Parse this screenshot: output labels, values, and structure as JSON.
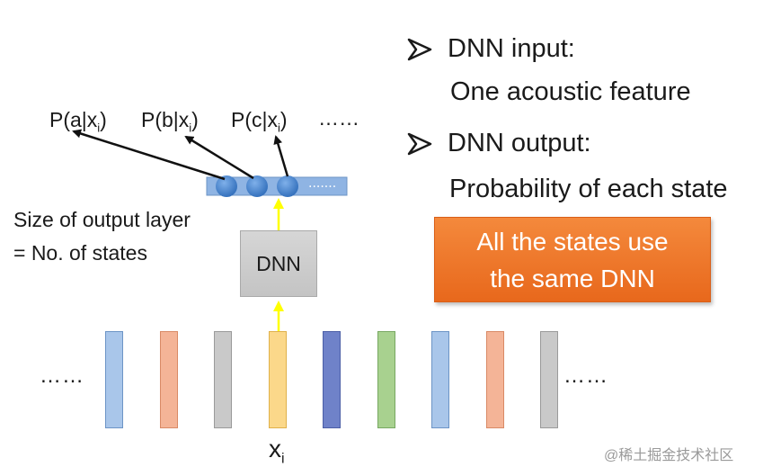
{
  "bullets": [
    {
      "title": "DNN input:",
      "detail": "One acoustic feature"
    },
    {
      "title": "DNN output:",
      "detail": "Probability of each state"
    }
  ],
  "probabilities": [
    {
      "prefix": "P(a|x",
      "sub": "i",
      "suffix": ")"
    },
    {
      "prefix": "P(b|x",
      "sub": "i",
      "suffix": ")"
    },
    {
      "prefix": "P(c|x",
      "sub": "i",
      "suffix": ")"
    }
  ],
  "probabilities_ellipsis": "……",
  "output_layer_dots": "·······",
  "output_layer_note": {
    "line1": "Size of output layer",
    "line2": "= No. of states"
  },
  "dnn_label": "DNN",
  "callout": {
    "line1": "All the states use",
    "line2": "the same DNN"
  },
  "sequence_ellipsis_left": "……",
  "sequence_ellipsis_right": "……",
  "input_label": {
    "main": "x",
    "sub": "i"
  },
  "feature_frames": [
    {
      "fill": "#a9c6ea",
      "stroke": "#6c94c6"
    },
    {
      "fill": "#f4b497",
      "stroke": "#d98a66"
    },
    {
      "fill": "#c9c9c9",
      "stroke": "#9a9a9a"
    },
    {
      "fill": "#fbd88a",
      "stroke": "#e0b14a"
    },
    {
      "fill": "#6f82c9",
      "stroke": "#4b5ea6"
    },
    {
      "fill": "#a8d18f",
      "stroke": "#78a862"
    },
    {
      "fill": "#a9c6ea",
      "stroke": "#6c94c6"
    },
    {
      "fill": "#f4b497",
      "stroke": "#d98a66"
    },
    {
      "fill": "#c9c9c9",
      "stroke": "#9a9a9a"
    }
  ],
  "colors": {
    "arrow_yellow": "#ffff00",
    "node_blue": "#4a87d0",
    "output_bar": "#8fb4e3",
    "callout_orange": "#ee7a2c"
  },
  "watermark": "@稀土掘金技术社区"
}
